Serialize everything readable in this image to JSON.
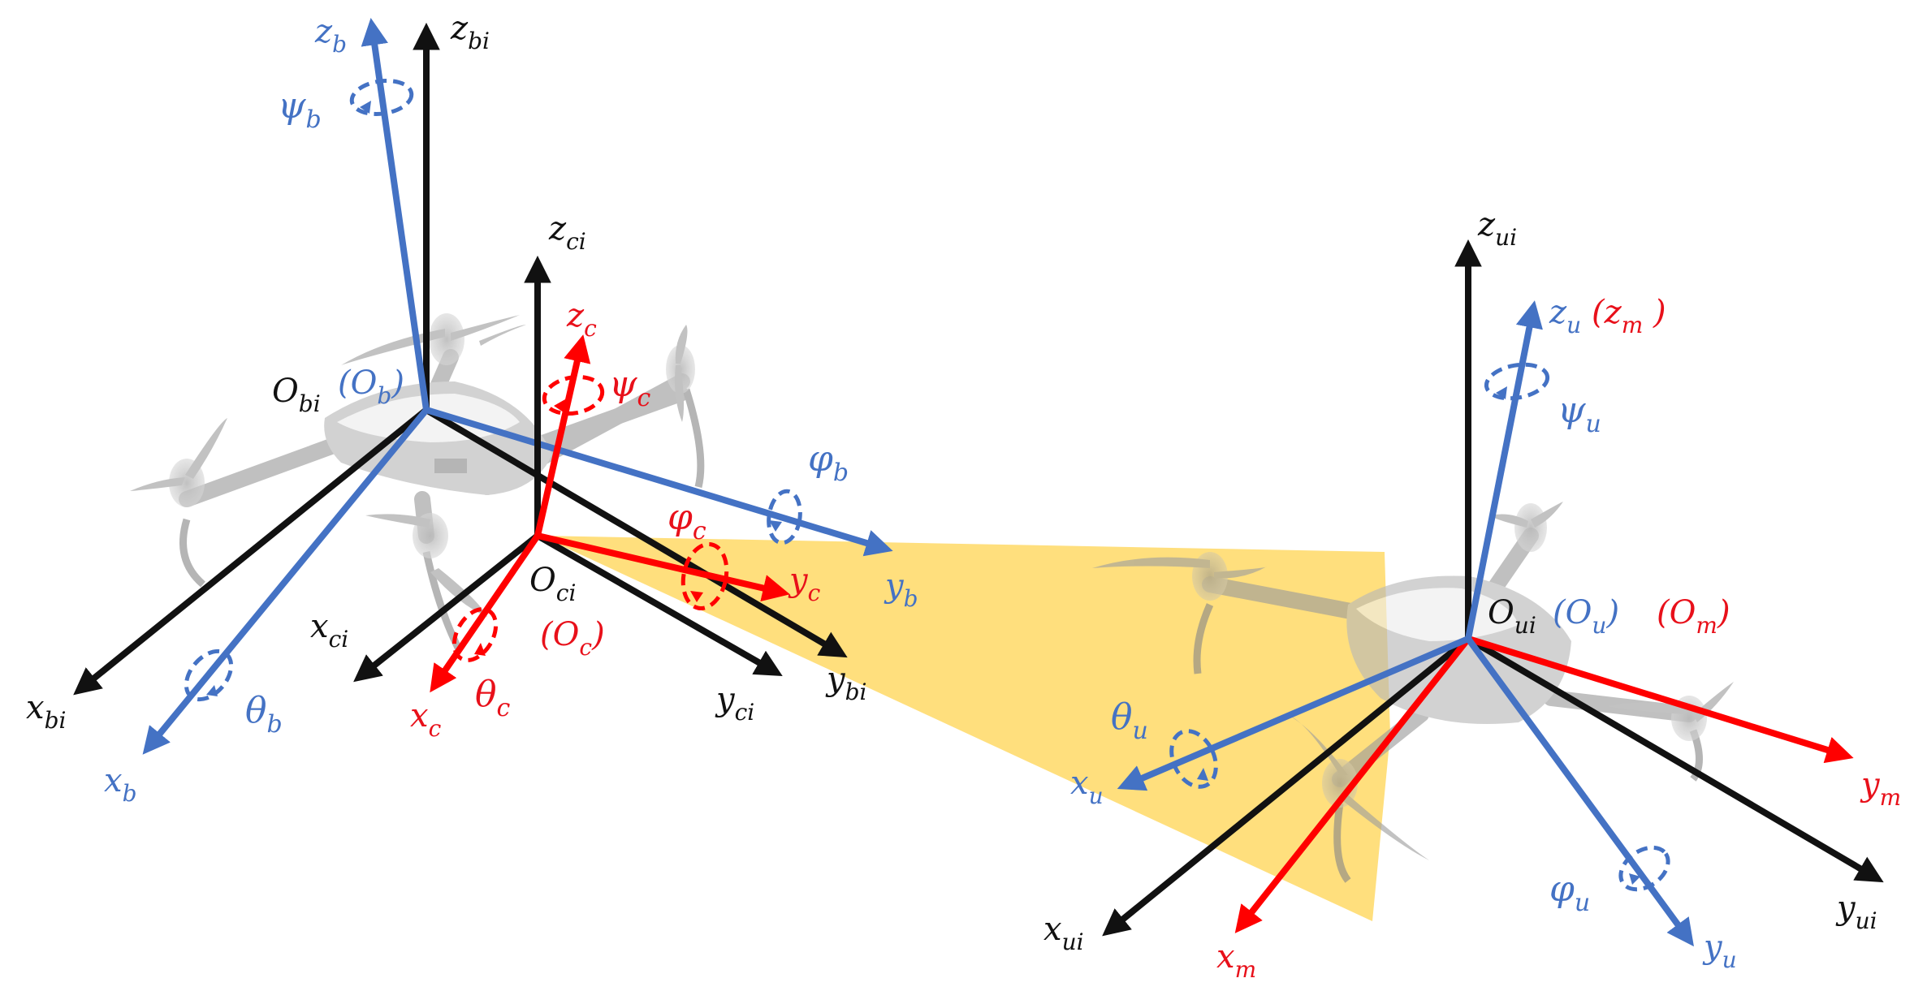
{
  "colors": {
    "black": "#111111",
    "blue": "#4472C4",
    "red": "#FF0000",
    "fov": "#FFD966",
    "drone": "#A0A0A0"
  },
  "icons": {
    "uav_left": "quadcopter-drone",
    "uav_right": "quadcopter-drone"
  },
  "left_frames": {
    "inertial_b": {
      "origin": "O",
      "origin_sub": "bi",
      "x": "x",
      "x_sub": "bi",
      "y": "y",
      "y_sub": "bi",
      "z": "z",
      "z_sub": "bi"
    },
    "body_b": {
      "origin_text": "(O",
      "origin_sub": "b",
      "origin_close": ")",
      "x": "x",
      "x_sub": "b",
      "y": "y",
      "y_sub": "b",
      "z": "z",
      "z_sub": "b",
      "roll": "φ",
      "roll_sub": "b",
      "pitch": "θ",
      "pitch_sub": "b",
      "yaw": "ψ",
      "yaw_sub": "b"
    },
    "inertial_c": {
      "origin": "O",
      "origin_sub": "ci",
      "x": "x",
      "x_sub": "ci",
      "y": "y",
      "y_sub": "ci",
      "z": "z",
      "z_sub": "ci"
    },
    "camera_c": {
      "origin_text": "(O",
      "origin_sub": "c",
      "origin_close": ")",
      "x": "x",
      "x_sub": "c",
      "y": "y",
      "y_sub": "c",
      "z": "z",
      "z_sub": "c",
      "roll": "φ",
      "roll_sub": "c",
      "pitch": "θ",
      "pitch_sub": "c",
      "yaw": "ψ",
      "yaw_sub": "c"
    }
  },
  "right_frames": {
    "inertial_u": {
      "origin": "O",
      "origin_sub": "ui",
      "x": "x",
      "x_sub": "ui",
      "y": "y",
      "y_sub": "ui",
      "z": "z",
      "z_sub": "ui"
    },
    "body_u": {
      "origin_text": "(O",
      "origin_sub": "u",
      "origin_close": ")",
      "x": "x",
      "x_sub": "u",
      "y": "y",
      "y_sub": "u",
      "z": "z",
      "z_sub": "u",
      "roll": "φ",
      "roll_sub": "u",
      "pitch": "θ",
      "pitch_sub": "u",
      "yaw": "ψ",
      "yaw_sub": "u"
    },
    "marker_m": {
      "origin_text": "(O",
      "origin_sub": "m",
      "origin_close": ")",
      "x": "x",
      "x_sub": "m",
      "y": "y",
      "y_sub": "m",
      "z_text": "(z",
      "z_sub": "m",
      "z_close": " )"
    }
  }
}
